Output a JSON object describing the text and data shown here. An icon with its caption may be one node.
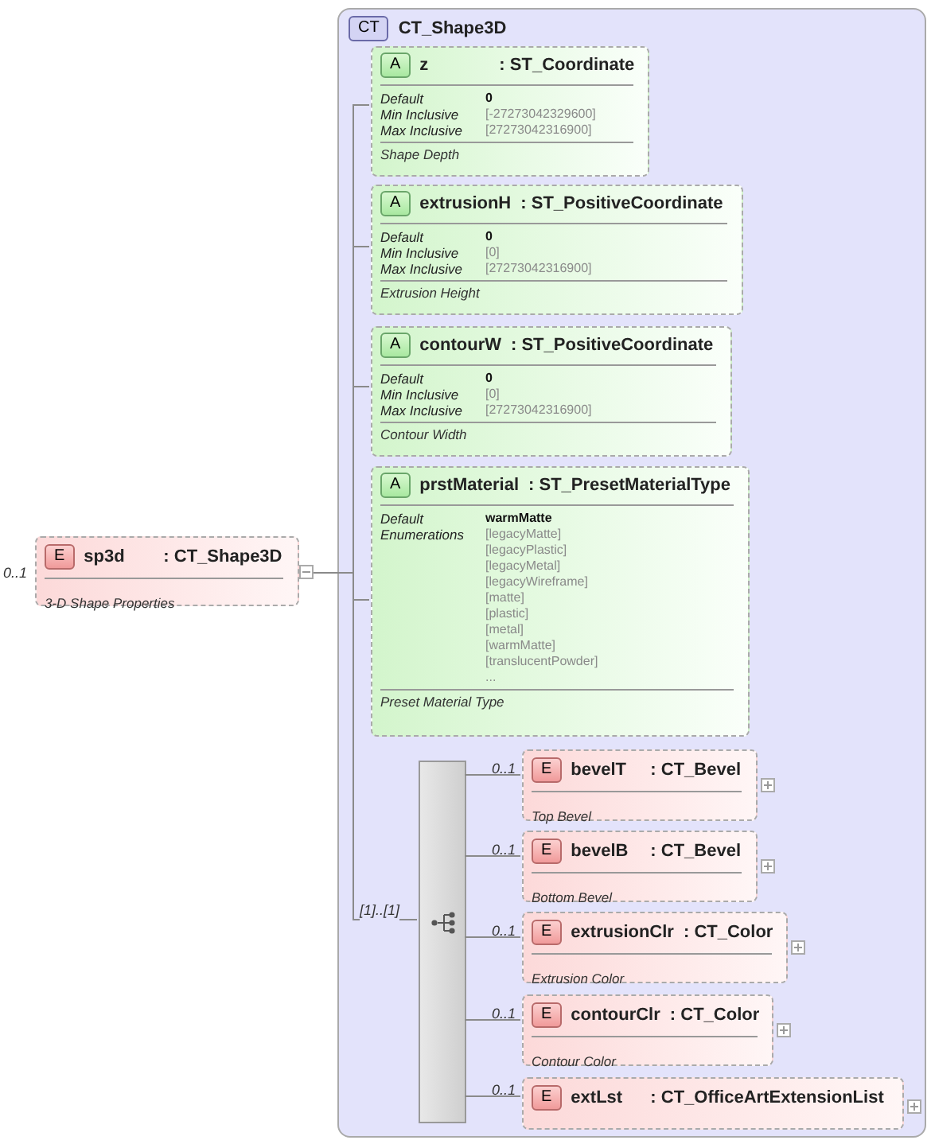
{
  "diagram": {
    "nodes": [
      {
        "text": [
          "E",
          "sp3d",
          ": CT_Shape3D",
          "3-D Shape Properties"
        ],
        "beside": [
          "0..1"
        ]
      },
      {
        "text": [
          "CT",
          "CT_Shape3D"
        ]
      },
      {
        "text": [
          "A",
          "z",
          ": ST_Coordinate",
          "Default",
          "0",
          "Min Inclusive",
          "[-27273042329600]",
          "Max Inclusive",
          "[27273042316900]",
          "Shape Depth"
        ],
        "in": 1
      },
      {
        "text": [
          "A",
          "extrusionH",
          ": ST_PositiveCoordinate",
          "Default",
          "0",
          "Min Inclusive",
          "[0]",
          "Max Inclusive",
          "[27273042316900]",
          "Extrusion Height"
        ],
        "in": 1
      },
      {
        "text": [
          "A",
          "contourW",
          ": ST_PositiveCoordinate",
          "Default",
          "0",
          "Min Inclusive",
          "[0]",
          "Max Inclusive",
          "[27273042316900]",
          "Contour Width"
        ],
        "in": 1
      },
      {
        "text": [
          "A",
          "prstMaterial",
          ": ST_PresetMaterialType",
          "Default",
          "warmMatte",
          "Enumerations",
          "[legacyMatte]",
          "[legacyPlastic]",
          "[legacyMetal]",
          "[legacyWireframe]",
          "[matte]",
          "[plastic]",
          "[metal]",
          "[warmMatte]",
          "[translucentPowder]",
          "...",
          "Preset Material Type"
        ],
        "in": 1
      },
      {
        "text": [],
        "shape": "bar",
        "in": 1
      },
      {
        "text": [
          "E",
          "bevelT",
          ": CT_Bevel",
          "Top Bevel"
        ],
        "beside": [
          "0..1"
        ],
        "in": 1
      },
      {
        "text": [
          "E",
          "bevelB",
          ": CT_Bevel",
          "Bottom Bevel"
        ],
        "beside": [
          "0..1"
        ],
        "in": 1
      },
      {
        "text": [
          "E",
          "extrusionClr",
          ": CT_Color",
          "Extrusion Color"
        ],
        "beside": [
          "0..1"
        ],
        "in": 1
      },
      {
        "text": [
          "E",
          "contourClr",
          ": CT_Color",
          "Contour Color"
        ],
        "beside": [
          "0..1"
        ],
        "in": 1
      },
      {
        "text": [
          "E",
          "extLst",
          ": CT_OfficeArtExtensionList"
        ],
        "beside": [
          "0..1"
        ],
        "in": 1
      }
    ],
    "edges": [
      {
        "from": 0,
        "to": 2,
        "arrow": "none"
      },
      {
        "from": 0,
        "to": 3,
        "arrow": "none"
      },
      {
        "from": 0,
        "to": 4,
        "arrow": "none"
      },
      {
        "from": 0,
        "to": 5,
        "arrow": "none"
      },
      {
        "from": 0,
        "to": 6,
        "arrow": "none",
        "label": "[1]..[1]"
      },
      {
        "from": 6,
        "to": 7,
        "arrow": "none"
      },
      {
        "from": 6,
        "to": 8,
        "arrow": "none"
      },
      {
        "from": 6,
        "to": 9,
        "arrow": "none"
      },
      {
        "from": 6,
        "to": 10,
        "arrow": "none"
      },
      {
        "from": 6,
        "to": 11,
        "arrow": "none"
      }
    ]
  }
}
